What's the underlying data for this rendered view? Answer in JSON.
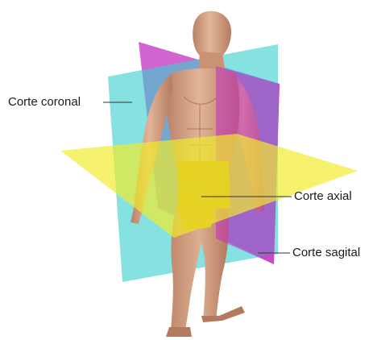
{
  "labels": {
    "coronal": "Corte coronal",
    "axial": "Corte axial",
    "sagital": "Corte sagital"
  },
  "colors": {
    "coronal_plane": "#3ad1cf",
    "sagittal_plane": "#c230c2",
    "axial_plane": "#f2ec2a",
    "skin": "#d8a582",
    "shorts": "#e6d322",
    "leader_line": "#333333"
  }
}
